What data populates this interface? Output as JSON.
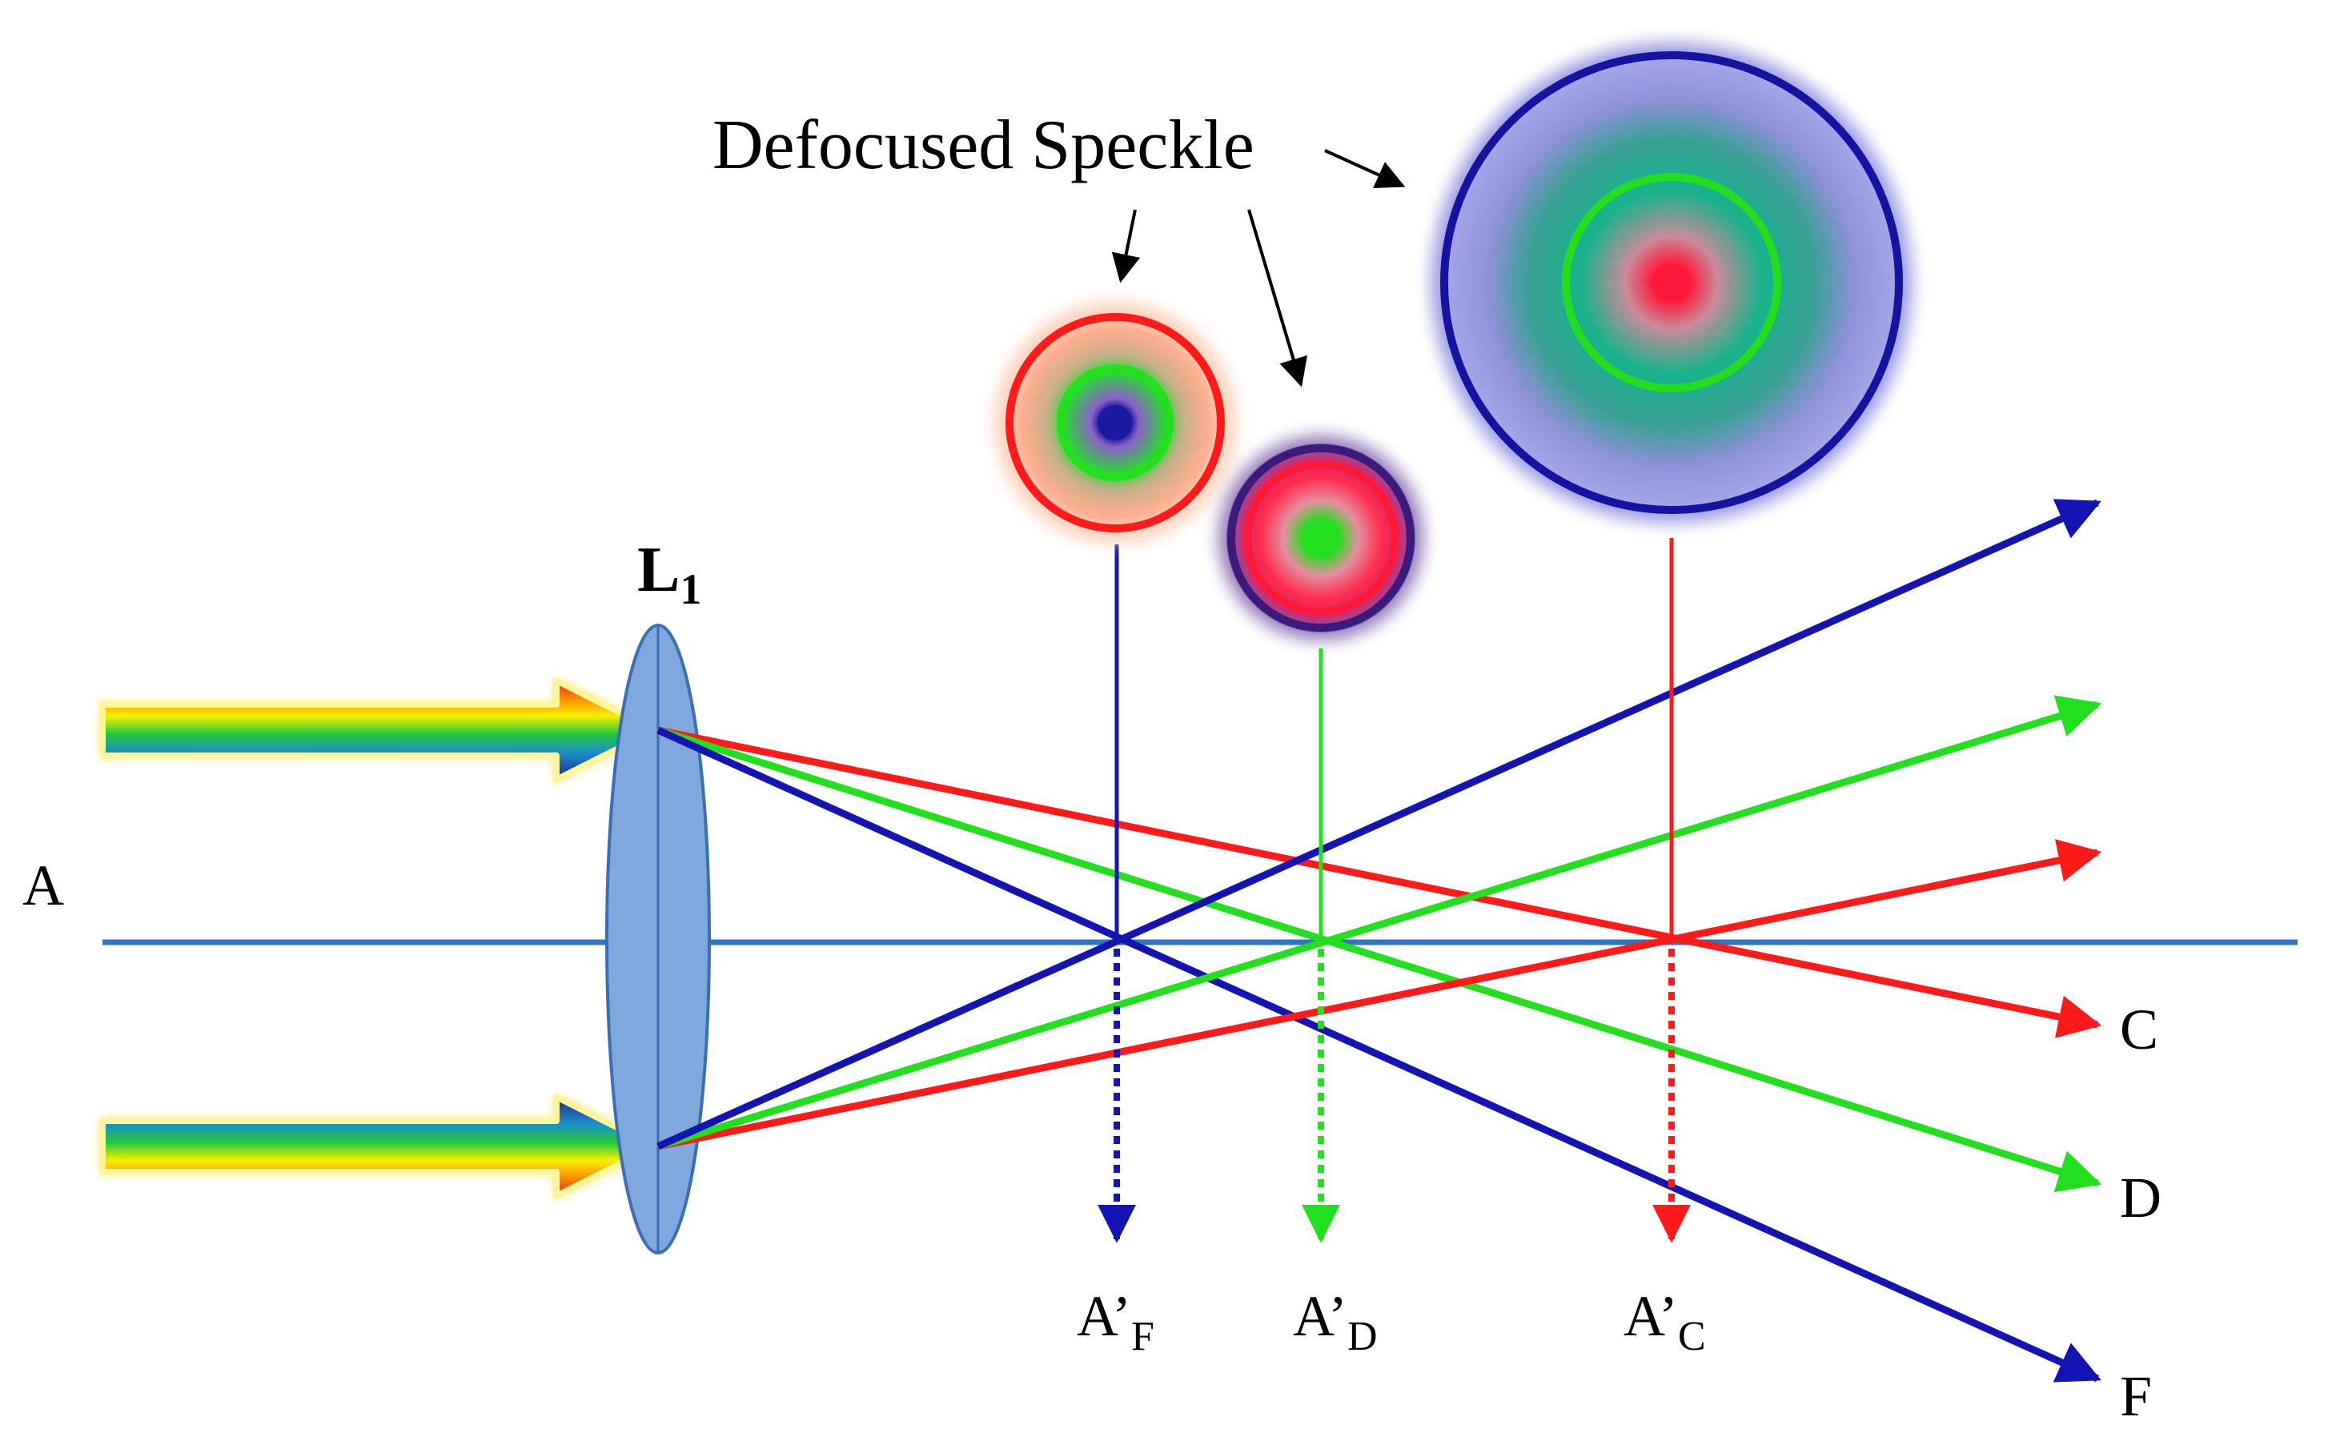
{
  "title": "Defocused Speckle",
  "lens": {
    "name": "L",
    "subscript": "1"
  },
  "axis_label": "A",
  "ray_labels": {
    "red": "C",
    "green": "D",
    "blue": "F"
  },
  "focus_labels": {
    "blue": {
      "main": "A’",
      "sub": "F"
    },
    "green": {
      "main": "A’",
      "sub": "D"
    },
    "red": {
      "main": "A’",
      "sub": "C"
    }
  },
  "colors": {
    "red": "#ff1a1a",
    "green": "#22e01e",
    "blue": "#1414b4",
    "axis": "#2e75c4",
    "lens_fill": "#7fa9dd",
    "lens_stroke": "#3b6fb5"
  }
}
